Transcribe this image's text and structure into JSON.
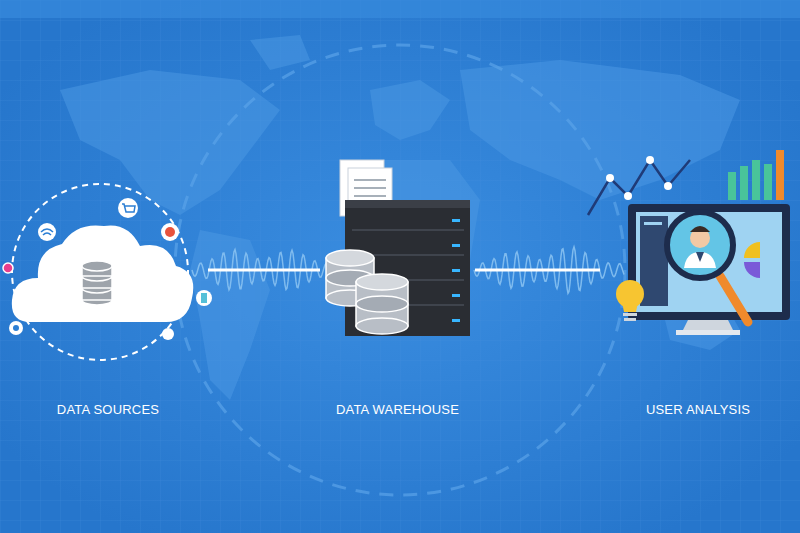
{
  "diagram": {
    "nodes": [
      {
        "text": [
          "DATA SOURCES"
        ]
      },
      {
        "text": [
          "DATA WAREHOUSE"
        ]
      },
      {
        "text": [
          "USER ANALYSIS"
        ]
      }
    ],
    "edges": [
      {
        "from": 0,
        "to": 1,
        "arrow": "none"
      },
      {
        "from": 1,
        "to": 2,
        "arrow": "none"
      }
    ]
  }
}
